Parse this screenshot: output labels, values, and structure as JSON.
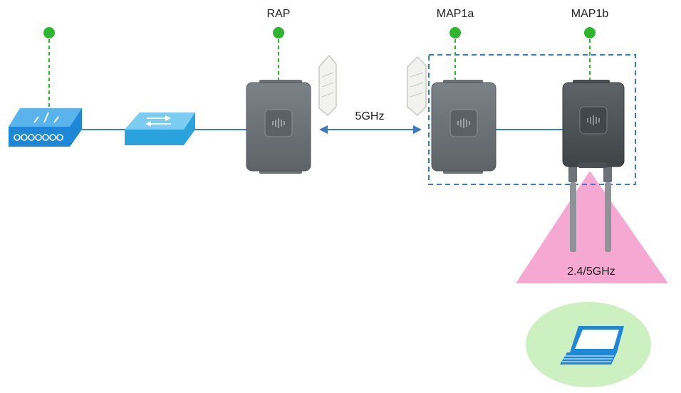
{
  "labels": {
    "rap": "RAP",
    "map1a": "MAP1a",
    "map1b": "MAP1b",
    "backhaul_band": "5GHz",
    "access_band": "2.4/5GHz"
  },
  "colors": {
    "status_dot": "#2db52d",
    "status_dash": "#2db52d",
    "link_line": "#3a78c2",
    "group_box": "#3a78c2",
    "router_blue": "#1e88d6",
    "switch_blue": "#2aa2dc",
    "ap_gray": "#6c7277",
    "ap_dark": "#4a4f53",
    "coverage_pink": "#f5a8d2",
    "client_green": "#cdf0c0",
    "laptop_blue": "#1f86d8"
  },
  "icons": {
    "router": "router-icon",
    "switch": "switch-icon",
    "access_point": "access-point-icon",
    "patch_antenna": "patch-antenna-icon",
    "dipole_antenna": "dipole-antenna-icon",
    "laptop": "laptop-icon"
  }
}
